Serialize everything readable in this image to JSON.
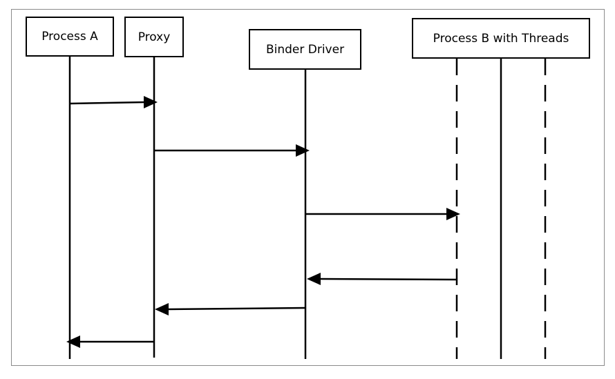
{
  "actors": {
    "process_a": "Process A",
    "proxy": "Proxy",
    "binder_driver": "Binder Driver",
    "process_b": "Process B with Threads"
  },
  "messages": [
    {
      "from": "process_a",
      "to": "proxy"
    },
    {
      "from": "proxy",
      "to": "binder_driver"
    },
    {
      "from": "binder_driver",
      "to": "process_b"
    },
    {
      "from": "process_b",
      "to": "binder_driver"
    },
    {
      "from": "binder_driver",
      "to": "proxy"
    },
    {
      "from": "proxy",
      "to": "process_a"
    }
  ],
  "colors": {
    "stroke": "#000000",
    "frame": "#8a8a8a"
  }
}
